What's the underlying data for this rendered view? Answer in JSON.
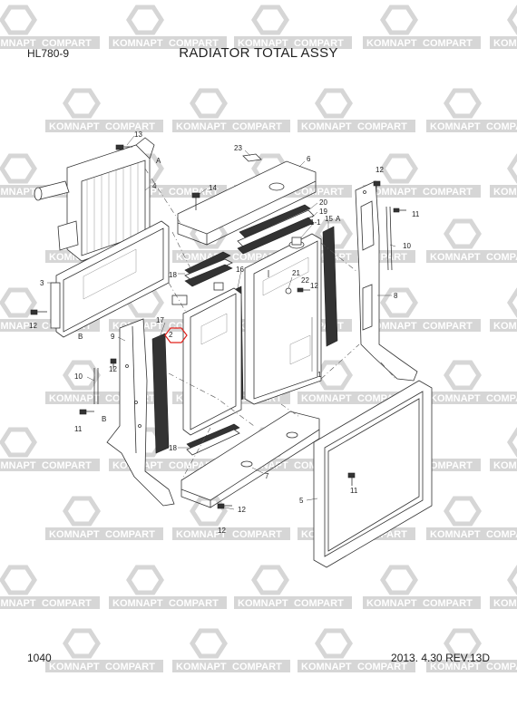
{
  "header": {
    "model": "HL780-9",
    "title": "RADIATOR TOTAL ASSY"
  },
  "footer": {
    "page_number": "1040",
    "revision": "2013. 4.30  REV.13D"
  },
  "watermark": {
    "text_a": "KOMNAPT",
    "text_b": "COMPART",
    "color": "#d6d6d6"
  },
  "diagram": {
    "part_labels": [
      "13",
      "A",
      "4",
      "3",
      "12",
      "B",
      "23",
      "6",
      "14",
      "18",
      "12",
      "20",
      "19",
      "1-1",
      "15",
      "A",
      "11",
      "16",
      "21",
      "22",
      "12",
      "10",
      "8",
      "17",
      "2",
      "9",
      "12",
      "10",
      "11",
      "B",
      "1",
      "18",
      "7",
      "12",
      "5",
      "11",
      "12"
    ],
    "highlight_color": "#e0201b"
  }
}
